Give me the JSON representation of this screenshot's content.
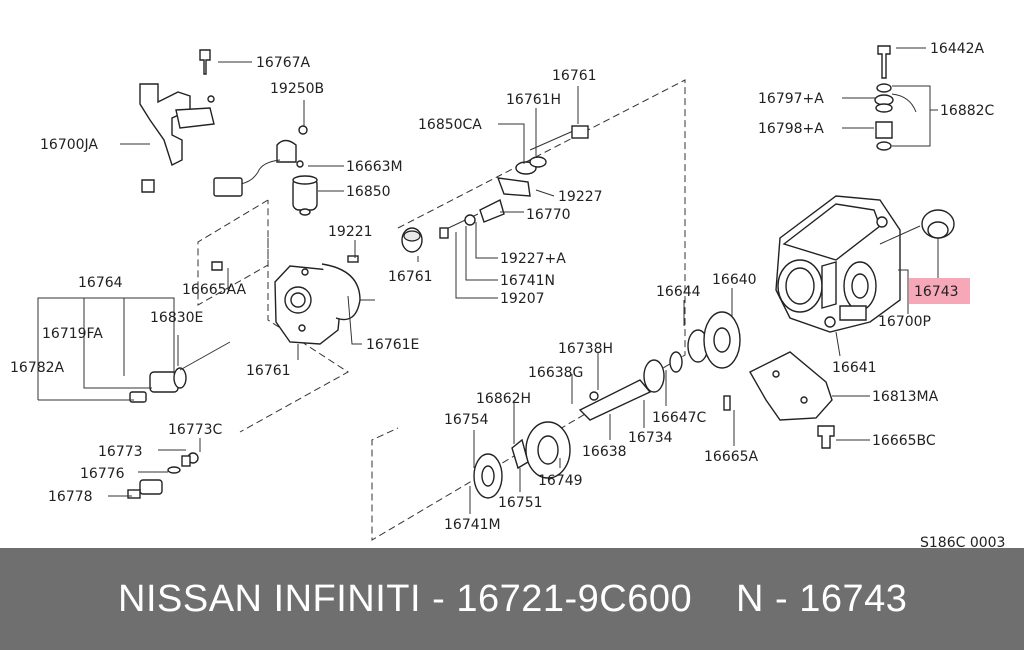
{
  "diagram": {
    "code": "S186C 0003",
    "highlight_color": "#f7a8b8",
    "labels": {
      "p16767A": "16767A",
      "p19250B": "19250B",
      "p16700JA": "16700JA",
      "p16663M": "16663M",
      "p16850": "16850",
      "p19221": "19221",
      "p16665AA": "16665AA",
      "p16764": "16764",
      "p16719FA": "16719FA",
      "p16830E": "16830E",
      "p16782A": "16782A",
      "p16761_nozzle": "16761",
      "p16761_body": "16761",
      "p16761E": "16761E",
      "p16773C": "16773C",
      "p16773": "16773",
      "p16776": "16776",
      "p16778": "16778",
      "p16761_top": "16761",
      "p16761H": "16761H",
      "p16850CA": "16850CA",
      "p19227": "19227",
      "p16770": "16770",
      "p19227A": "19227+A",
      "p16741N": "16741N",
      "p19207": "19207",
      "p16738H": "16738H",
      "p16638G": "16638G",
      "p16862H": "16862H",
      "p16754": "16754",
      "p16749": "16749",
      "p16638": "16638",
      "p16751": "16751",
      "p16741M": "16741M",
      "p16644": "16644",
      "p16640": "16640",
      "p16647C": "16647C",
      "p16734": "16734",
      "p16665A": "16665A",
      "p16442A": "16442A",
      "p16797A": "16797+A",
      "p16798A": "16798+A",
      "p16882C": "16882C",
      "p16743": "16743",
      "p16700P": "16700P",
      "p16641": "16641",
      "p16813MA": "16813MA",
      "p16665BC": "16665BC"
    }
  },
  "footer": {
    "brand_part": "NISSAN INFINITI - 16721-9C600",
    "ref": "N - 16743",
    "background": "#6f6f6f"
  }
}
